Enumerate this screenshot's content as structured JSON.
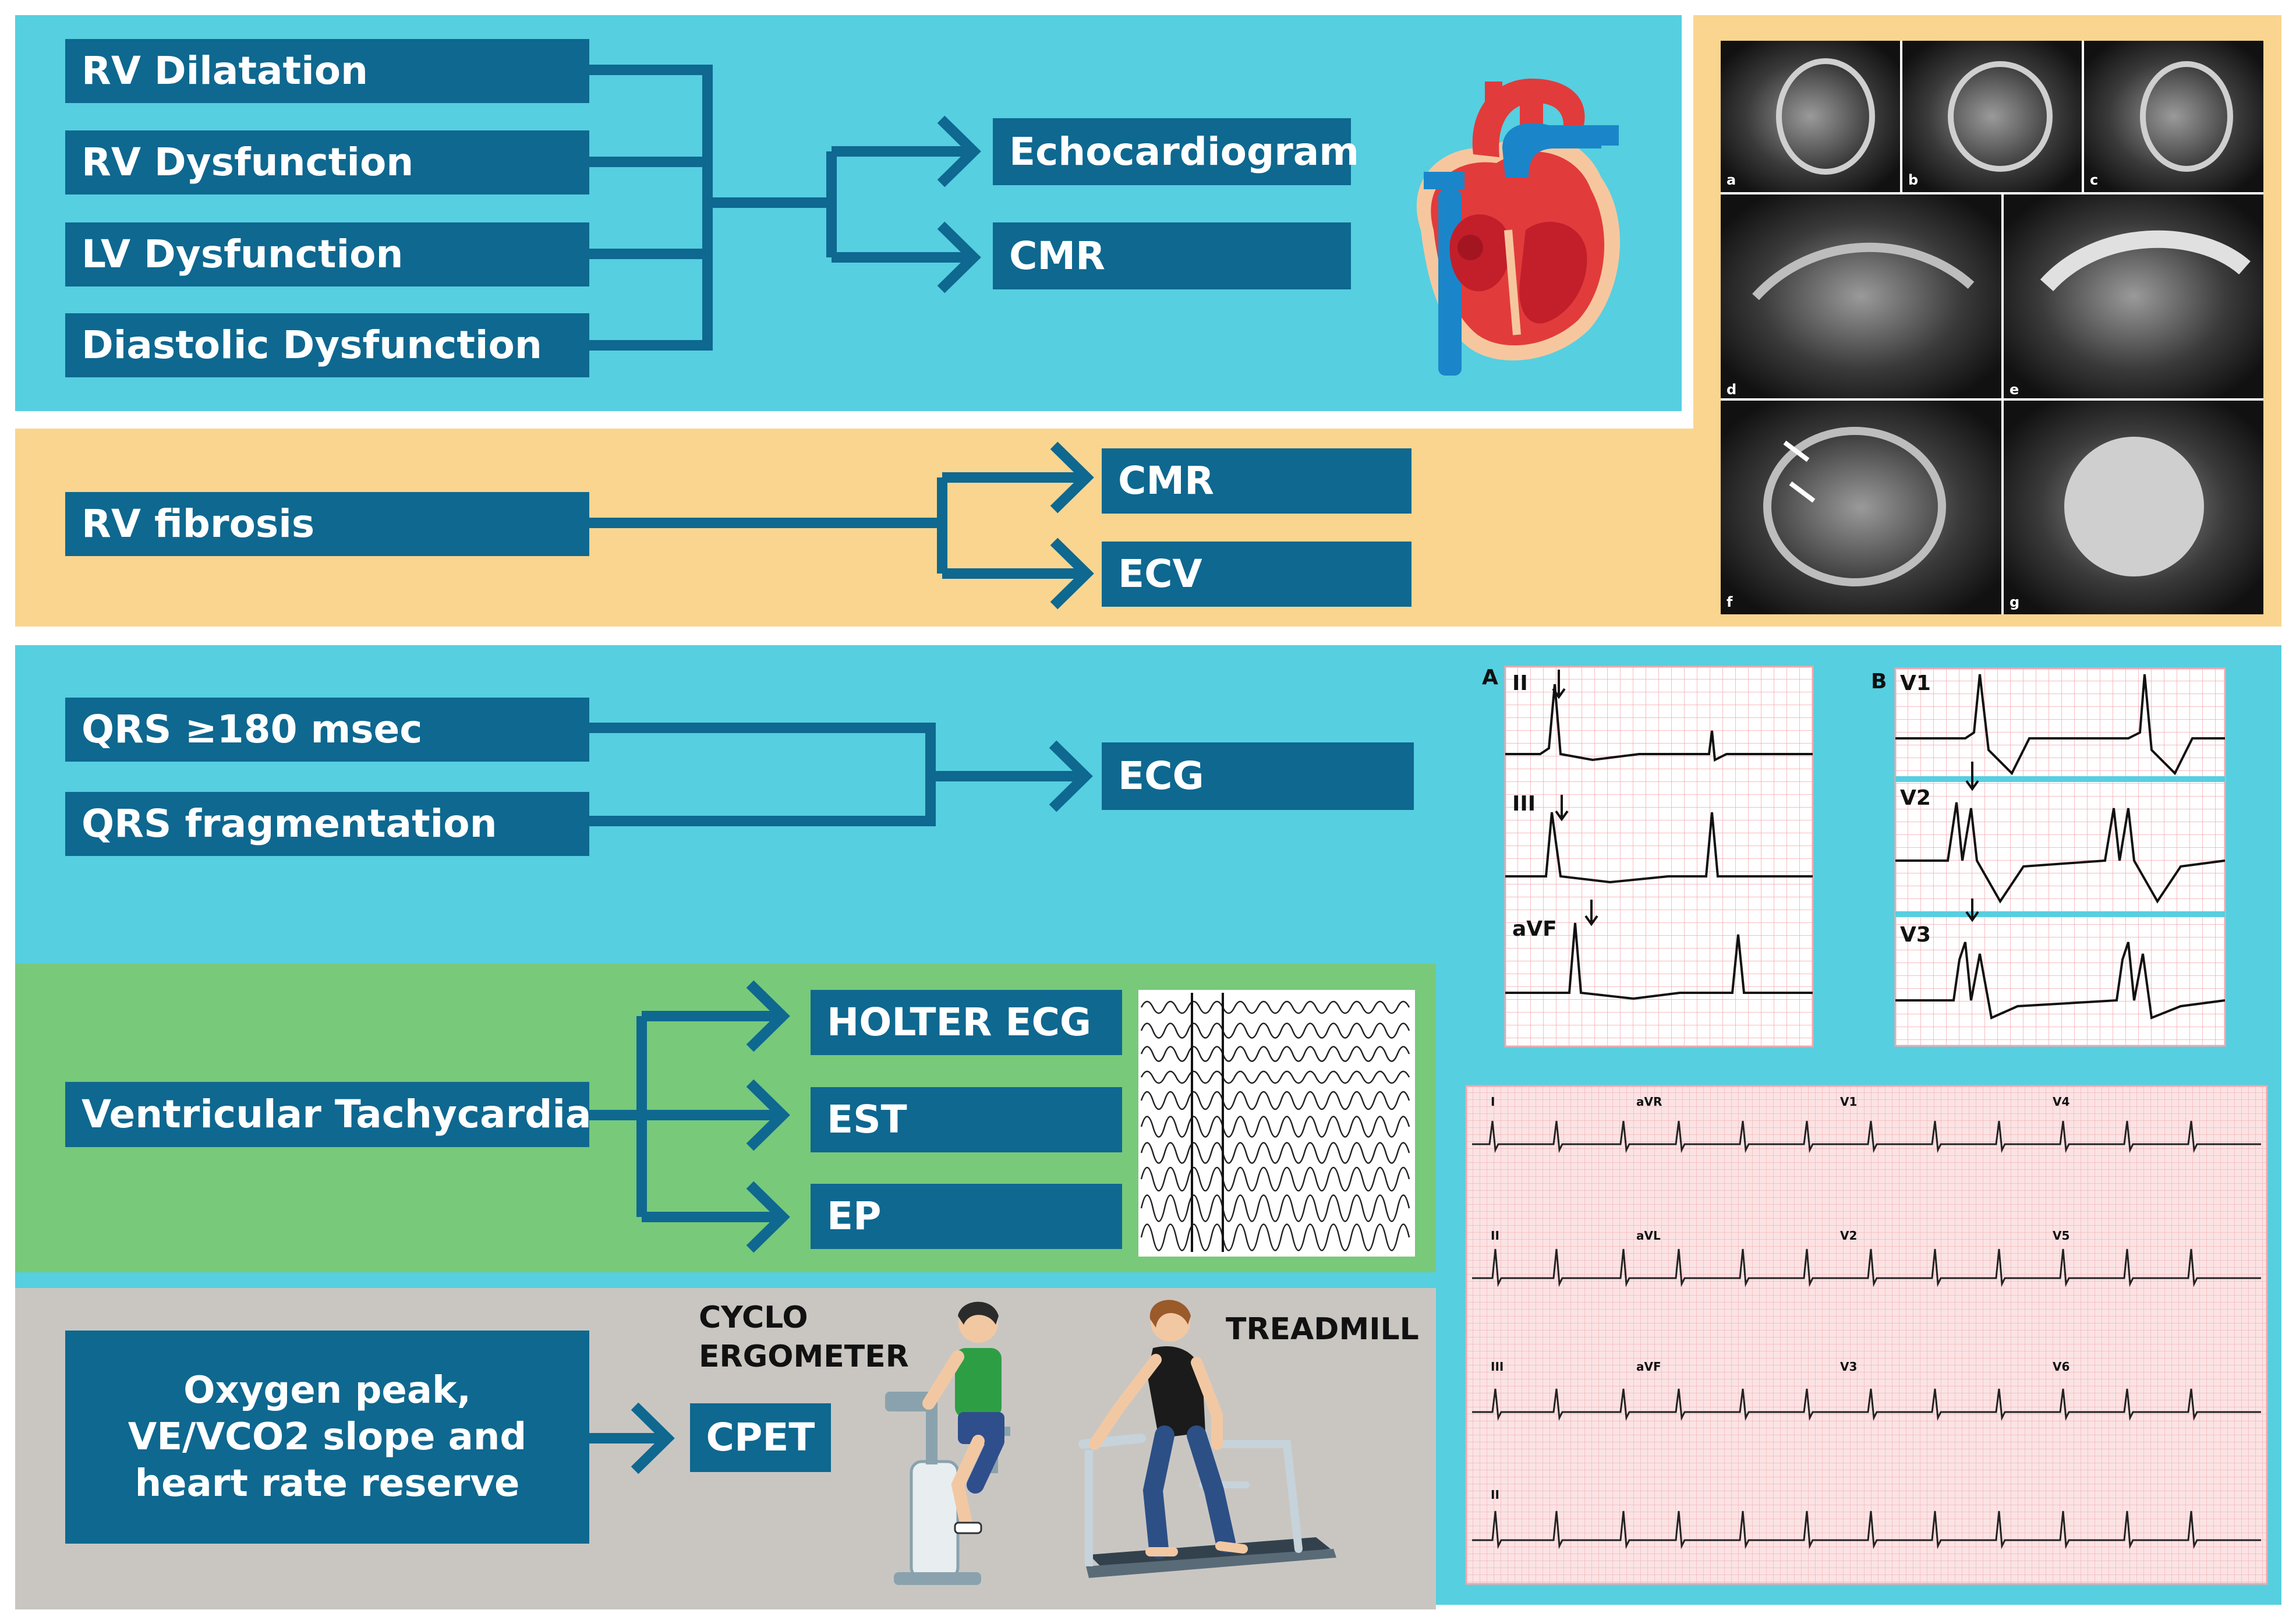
{
  "colors": {
    "cyan_panel": "#56cfe0",
    "orange_panel": "#fad58f",
    "green_panel": "#78c97a",
    "grey_panel": "#c9c6c2",
    "box_blue": "#0e6890",
    "connector_blue": "#0e6890",
    "ecg_grid": "#f3a7ad"
  },
  "structural": {
    "findings": [
      "RV Dilatation",
      "RV Dysfunction",
      "LV Dysfunction",
      "Diastolic Dysfunction"
    ],
    "tests": [
      "Echocardiogram",
      "CMR"
    ]
  },
  "fibrosis": {
    "finding": "RV fibrosis",
    "tests": [
      "CMR",
      "ECV"
    ]
  },
  "conduction": {
    "findings": [
      "QRS ≥180 msec",
      "QRS fragmentation"
    ],
    "test": "ECG"
  },
  "arrhythmia": {
    "finding": "Ventricular Tachycardia",
    "tests": [
      "HOLTER ECG",
      "EST",
      "EP"
    ]
  },
  "exercise": {
    "finding": "Oxygen peak, VE/VCO2 slope and heart rate reserve",
    "test": "CPET",
    "labels": [
      "CYCLO",
      "ERGOMETER",
      "TREADMILL"
    ]
  },
  "cmr_panel_letters": [
    "a",
    "b",
    "c",
    "d",
    "e",
    "f",
    "g"
  ],
  "ecg_panel_a": {
    "letter": "A",
    "leads": [
      "II",
      "III",
      "aVF"
    ]
  },
  "ecg_panel_b": {
    "letter": "B",
    "leads": [
      "V1",
      "V2",
      "V3"
    ]
  },
  "ecg_12lead_labels": [
    "I",
    "aVR",
    "V1",
    "V4",
    "II",
    "aVL",
    "V2",
    "V5",
    "III",
    "aVF",
    "V3",
    "V6",
    "II"
  ]
}
